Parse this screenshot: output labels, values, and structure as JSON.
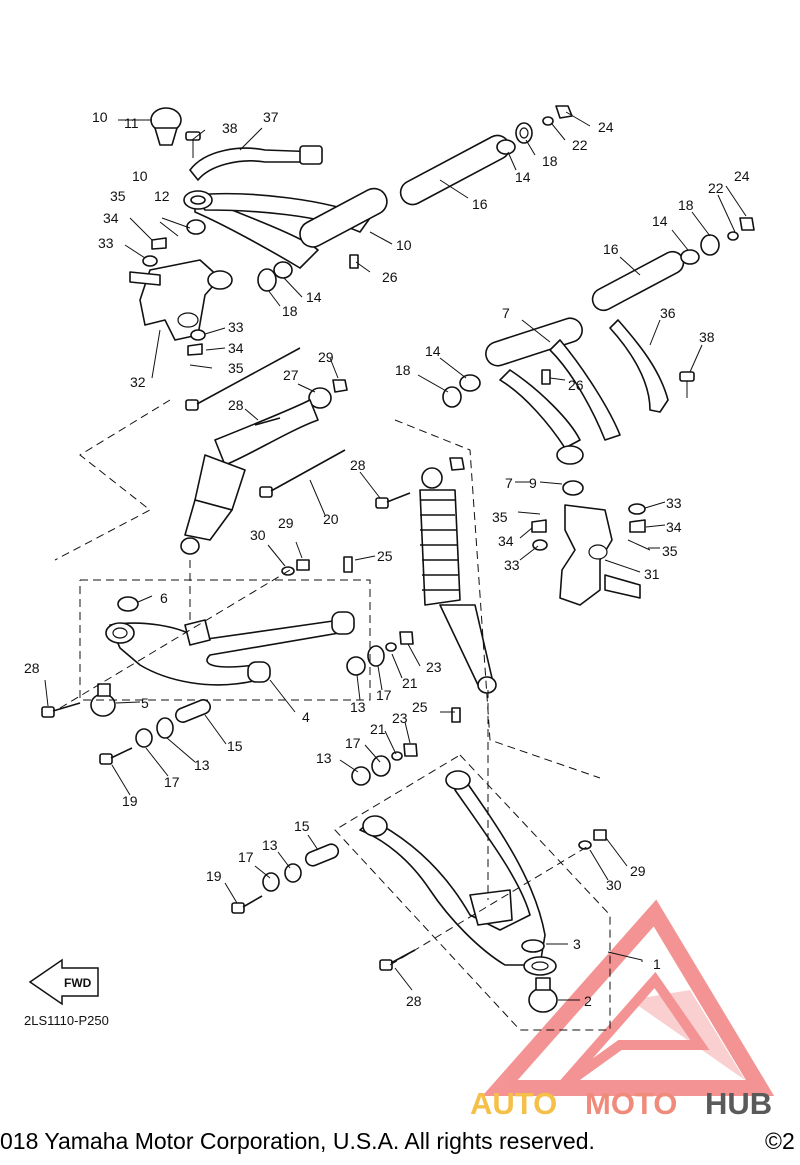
{
  "diagram": {
    "ref_code": "2LS1110-P250",
    "fwd_label": "FWD",
    "callouts": [
      {
        "id": "c10a",
        "text": "10"
      },
      {
        "id": "c11",
        "text": "11"
      },
      {
        "id": "c38a",
        "text": "38"
      },
      {
        "id": "c37",
        "text": "37"
      },
      {
        "id": "c24a",
        "text": "24"
      },
      {
        "id": "c22a",
        "text": "22"
      },
      {
        "id": "c18a",
        "text": "18"
      },
      {
        "id": "c14a",
        "text": "14"
      },
      {
        "id": "c16a",
        "text": "16"
      },
      {
        "id": "c10b",
        "text": "10"
      },
      {
        "id": "c12",
        "text": "12"
      },
      {
        "id": "c35a",
        "text": "35"
      },
      {
        "id": "c34a",
        "text": "34"
      },
      {
        "id": "c33a",
        "text": "33"
      },
      {
        "id": "c10c",
        "text": "10"
      },
      {
        "id": "c26a",
        "text": "26"
      },
      {
        "id": "c14b",
        "text": "14"
      },
      {
        "id": "c18b",
        "text": "18"
      },
      {
        "id": "c33b",
        "text": "33"
      },
      {
        "id": "c34b",
        "text": "34"
      },
      {
        "id": "c35b",
        "text": "35"
      },
      {
        "id": "c32",
        "text": "32"
      },
      {
        "id": "c29a",
        "text": "29"
      },
      {
        "id": "c27a",
        "text": "27"
      },
      {
        "id": "c28a",
        "text": "28"
      },
      {
        "id": "c24b",
        "text": "24"
      },
      {
        "id": "c22b",
        "text": "22"
      },
      {
        "id": "c18c",
        "text": "18"
      },
      {
        "id": "c14c",
        "text": "14"
      },
      {
        "id": "c16b",
        "text": "16"
      },
      {
        "id": "c7a",
        "text": "7"
      },
      {
        "id": "c36",
        "text": "36"
      },
      {
        "id": "c38b",
        "text": "38"
      },
      {
        "id": "c14d",
        "text": "14"
      },
      {
        "id": "c18d",
        "text": "18"
      },
      {
        "id": "c26b",
        "text": "26"
      },
      {
        "id": "c28b",
        "text": "28"
      },
      {
        "id": "c20",
        "text": "20"
      },
      {
        "id": "c7b",
        "text": "7"
      },
      {
        "id": "c9",
        "text": "9"
      },
      {
        "id": "c33c",
        "text": "33"
      },
      {
        "id": "c35c",
        "text": "35"
      },
      {
        "id": "c34c",
        "text": "34"
      },
      {
        "id": "c34d",
        "text": "34"
      },
      {
        "id": "c35d",
        "text": "35"
      },
      {
        "id": "c33d",
        "text": "33"
      },
      {
        "id": "c31",
        "text": "31"
      },
      {
        "id": "c29b",
        "text": "29"
      },
      {
        "id": "c30a",
        "text": "30"
      },
      {
        "id": "c25a",
        "text": "25"
      },
      {
        "id": "c6",
        "text": "6"
      },
      {
        "id": "c28c",
        "text": "28"
      },
      {
        "id": "c5",
        "text": "5"
      },
      {
        "id": "c4",
        "text": "4"
      },
      {
        "id": "c23a",
        "text": "23"
      },
      {
        "id": "c21a",
        "text": "21"
      },
      {
        "id": "c17a",
        "text": "17"
      },
      {
        "id": "c13a",
        "text": "13"
      },
      {
        "id": "c15a",
        "text": "15"
      },
      {
        "id": "c13b",
        "text": "13"
      },
      {
        "id": "c17b",
        "text": "17"
      },
      {
        "id": "c19a",
        "text": "19"
      },
      {
        "id": "c25b",
        "text": "25"
      },
      {
        "id": "c23b",
        "text": "23"
      },
      {
        "id": "c21b",
        "text": "21"
      },
      {
        "id": "c17c",
        "text": "17"
      },
      {
        "id": "c13c",
        "text": "13"
      },
      {
        "id": "c15b",
        "text": "15"
      },
      {
        "id": "c13d",
        "text": "13"
      },
      {
        "id": "c17d",
        "text": "17"
      },
      {
        "id": "c19b",
        "text": "19"
      },
      {
        "id": "c29c",
        "text": "29"
      },
      {
        "id": "c30b",
        "text": "30"
      },
      {
        "id": "c3",
        "text": "3"
      },
      {
        "id": "c1",
        "text": "1"
      },
      {
        "id": "c2",
        "text": "2"
      },
      {
        "id": "c28d",
        "text": "28"
      }
    ]
  },
  "watermark": {
    "brand_part1": "AUTO",
    "brand_part2": "MOTO",
    "brand_part3": "HUB",
    "color_auto": "#f5c04a",
    "color_moto": "#f08a7a",
    "color_hub": "#5a5a5a",
    "triangle_color": "#f07070"
  },
  "footer": {
    "copyright": "018 Yamaha Motor Corporation, U.S.A. All rights reserved.",
    "copyright_right": "©2"
  }
}
